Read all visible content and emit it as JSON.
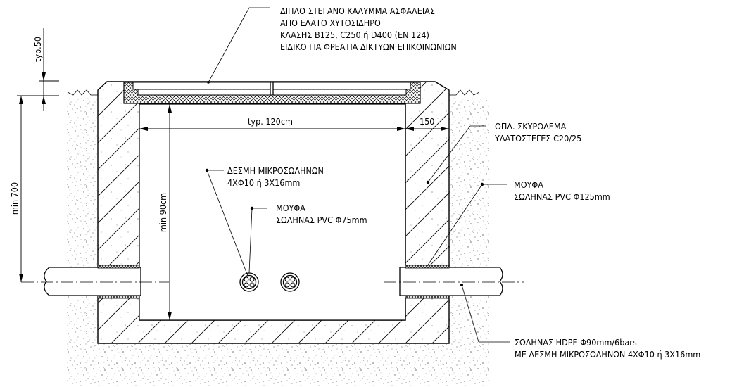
{
  "labels": {
    "cover_line1": "ΔΙΠΛΟ ΣΤΕΓΑΝΟ ΚΑΛΥΜΜΑ ΑΣΦΑΛΕΙΑΣ",
    "cover_line2": "ΑΠΟ ΕΛΑΤΟ ΧΥΤΟΣΙΔΗΡΟ",
    "cover_line3": "ΚΛΑΣΗΣ B125, C250 ή D400 (EN 124)",
    "cover_line4": "ΕΙΔΙΚΟ ΓΙΑ ΦΡΕΑΤΙΑ ΔΙΚΤΥΩΝ ΕΠΙΚΟΙΝΩΝΙΩΝ",
    "concrete_line1": "ΟΠΛ. ΣΚΥΡΟΔΕΜΑ",
    "concrete_line2": "ΥΔΑΤΟΣΤΕΓΕΣ C20/25",
    "bundle_line1": "ΔΕΣΜΗ ΜΙΚΡΟΣΩΛΗΝΩΝ",
    "bundle_line2": "4XΦ10 ή 3X16mm",
    "sleeve75_line1": "ΜΟΥΦΑ",
    "sleeve75_line2": "ΣΩΛΗΝΑΣ PVC Φ75mm",
    "sleeve125_line1": "ΜΟΥΦΑ",
    "sleeve125_line2": "ΣΩΛΗΝΑΣ PVC Φ125mm",
    "hdpe_line1": "ΣΩΛΗΝΑΣ HDPE Φ90mm/6bars",
    "hdpe_line2": "ΜΕ ΔΕΣΜΗ ΜΙΚΡΟΣΩΛΗΝΩΝ 4XΦ10 ή 3X16mm"
  },
  "dimensions": {
    "inner_width": "typ. 120cm",
    "wall_thickness": "150",
    "inner_height": "min 90cm",
    "cover_thickness": "typ.50",
    "depth": "min 700"
  }
}
